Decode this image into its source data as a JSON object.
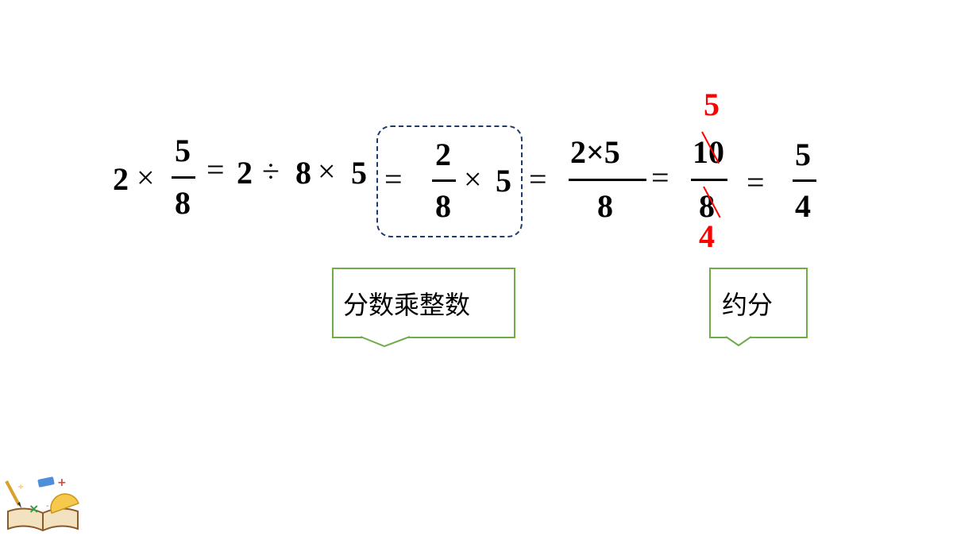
{
  "expression": {
    "t1_whole": "2",
    "t1_times": "×",
    "t1_num": "5",
    "t1_den": "8",
    "eq1": "=",
    "t2_a": "2",
    "t2_div": "÷",
    "t2_b": "8",
    "t2_times": "×",
    "t2_c": "5",
    "eq2": "=",
    "t3_num": "2",
    "t3_den": "8",
    "t3_times": "×",
    "t3_c": "5",
    "eq3": "=",
    "t4_num": "2×5",
    "t4_den": "8",
    "eq4": "=",
    "t5_num": "10",
    "t5_den": "8",
    "t5_num_reduced": "5",
    "t5_den_reduced": "4",
    "eq5": "=",
    "t6_num": "5",
    "t6_den": "4"
  },
  "callouts": {
    "multiply_label": "分数乘整数",
    "reduce_label": "约分"
  },
  "colors": {
    "text": "#000000",
    "reduction": "#ff0000",
    "box_border": "#1f3b6e",
    "callout_border": "#70ad47"
  },
  "icons": [
    "math-book-icon"
  ]
}
